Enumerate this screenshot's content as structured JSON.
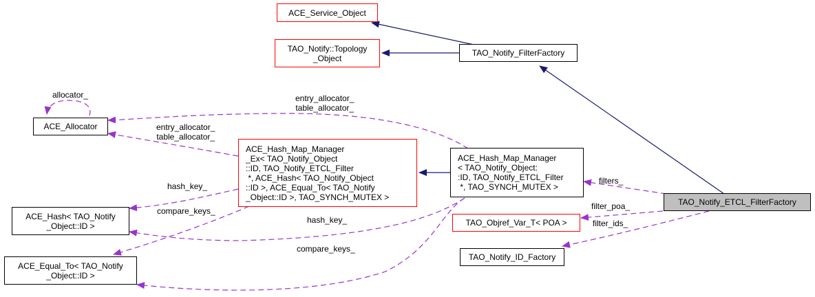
{
  "colors": {
    "inheritance_edge": "#191970",
    "usage_edge": "#9a32cd",
    "focus_fill": "#bfbfbf",
    "undocumented_border": "#ff0000",
    "node_border": "#000000"
  },
  "nodes": {
    "ace_service_object": "ACE_Service_Object",
    "tao_topology_object": "TAO_Notify::Topology\n_Object",
    "tao_filterfactory": "TAO_Notify_FilterFactory",
    "ace_allocator": "ACE_Allocator",
    "hash_map_manager_ex": "ACE_Hash_Map_Manager\n_Ex< TAO_Notify_Object\n::ID, TAO_Notify_ETCL_Filter\n *, ACE_Hash< TAO_Notify_Object\n::ID >, ACE_Equal_To< TAO_Notify\n_Object::ID >, TAO_SYNCH_MUTEX >",
    "hash_map_manager": "ACE_Hash_Map_Manager\n< TAO_Notify_Object:\n:ID, TAO_Notify_ETCL_Filter\n *, TAO_SYNCH_MUTEX >",
    "ace_hash": "ACE_Hash< TAO_Notify\n_Object::ID >",
    "ace_equal_to": "ACE_Equal_To< TAO_Notify\n_Object::ID >",
    "tao_objref_var": "TAO_Objref_Var_T< POA >",
    "tao_id_factory": "TAO_Notify_ID_Factory",
    "tao_etcl_filterfactory": "TAO_Notify_ETCL_FilterFactory"
  },
  "edge_labels": {
    "allocator_self": "allocator_",
    "allocators_from_manager": "entry_allocator_\ntable_allocator_",
    "allocators_from_manager_ex": "entry_allocator_\ntable_allocator_",
    "hash_key_ex": "hash_key_",
    "compare_keys_ex": "compare_keys_",
    "hash_key": "hash_key_",
    "compare_keys": "compare_keys_",
    "filters": "filters_",
    "filter_poa": "filter_poa_",
    "filter_ids": "filter_ids_"
  }
}
